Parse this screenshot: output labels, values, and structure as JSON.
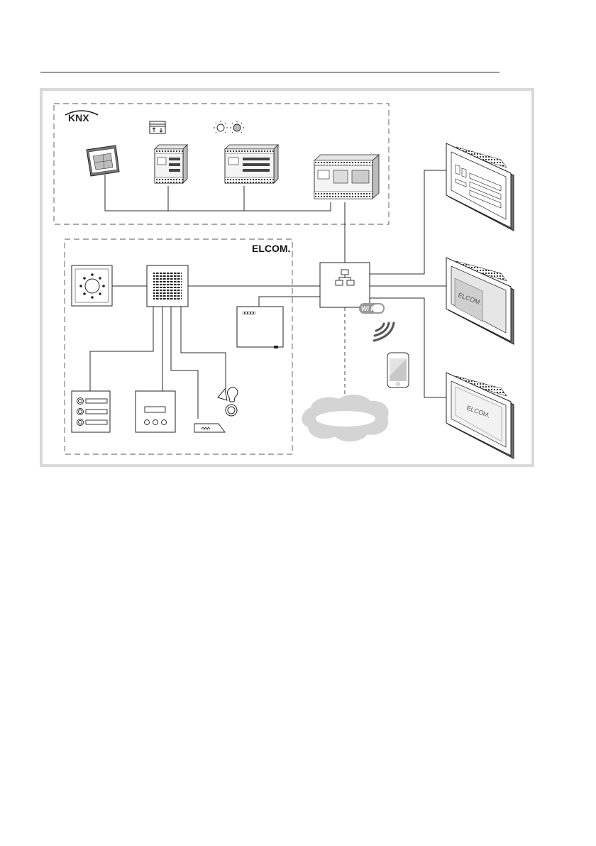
{
  "labels": {
    "knx_logo": "KNX",
    "elcom_logo": "ELCOM.",
    "wifi_badge": "Wi Fi",
    "panel_brand_2": "ELCOM.",
    "panel_brand_3": "ELCOM."
  },
  "groups": [
    {
      "id": "knx-bus-group",
      "logo": "KNX"
    },
    {
      "id": "elcom-door-group",
      "logo": "ELCOM."
    }
  ],
  "devices": [
    {
      "id": "knx-wall-switch",
      "icon": "knx-push-button-icon"
    },
    {
      "id": "knx-blind-actuator",
      "icon": "blind-actuator-icon",
      "symbol": "blind-up-down-icon"
    },
    {
      "id": "knx-dimming-actuator",
      "icon": "dimmer-actuator-icon",
      "symbol": "light-bulbs-icon"
    },
    {
      "id": "knx-ip-gateway",
      "icon": "din-rail-gateway-icon"
    },
    {
      "id": "door-camera",
      "icon": "camera-module-icon"
    },
    {
      "id": "door-intercom-speaker",
      "icon": "speaker-grille-icon"
    },
    {
      "id": "power-supply",
      "icon": "power-supply-icon"
    },
    {
      "id": "network-switch",
      "icon": "network-switch-icon"
    },
    {
      "id": "bell-button-panel",
      "icon": "bell-button-panel-icon"
    },
    {
      "id": "keypad-module",
      "icon": "keypad-module-icon"
    },
    {
      "id": "door-opener",
      "icon": "door-opener-icon"
    },
    {
      "id": "doorbell-push-button",
      "icon": "doorbell-button-icon"
    },
    {
      "id": "cloud",
      "icon": "cloud-icon"
    },
    {
      "id": "wifi-signal",
      "icon": "wifi-waves-icon"
    },
    {
      "id": "smartphone",
      "icon": "smartphone-icon"
    },
    {
      "id": "touch-panel-1",
      "icon": "touch-panel-icon"
    },
    {
      "id": "touch-panel-2",
      "icon": "touch-panel-icon"
    },
    {
      "id": "touch-panel-3",
      "icon": "touch-panel-icon"
    }
  ],
  "connections": [
    [
      "knx-wall-switch",
      "knx-ip-gateway"
    ],
    [
      "knx-blind-actuator",
      "knx-ip-gateway"
    ],
    [
      "knx-dimming-actuator",
      "knx-ip-gateway"
    ],
    [
      "knx-ip-gateway",
      "network-switch"
    ],
    [
      "door-camera",
      "door-intercom-speaker"
    ],
    [
      "door-intercom-speaker",
      "network-switch"
    ],
    [
      "power-supply",
      "network-switch"
    ],
    [
      "door-intercom-speaker",
      "bell-button-panel"
    ],
    [
      "door-intercom-speaker",
      "keypad-module"
    ],
    [
      "door-intercom-speaker",
      "door-opener"
    ],
    [
      "door-intercom-speaker",
      "doorbell-push-button"
    ],
    [
      "network-switch",
      "touch-panel-1"
    ],
    [
      "network-switch",
      "touch-panel-2"
    ],
    [
      "network-switch",
      "touch-panel-3"
    ],
    [
      "network-switch",
      "cloud"
    ]
  ],
  "colors": {
    "line": "#2a2a2a",
    "frame": "#d9d9d9",
    "cloud": "#d4d4d4",
    "panel_screen": "#cfcfcf",
    "wifi_badge": "#9a9a9a"
  }
}
